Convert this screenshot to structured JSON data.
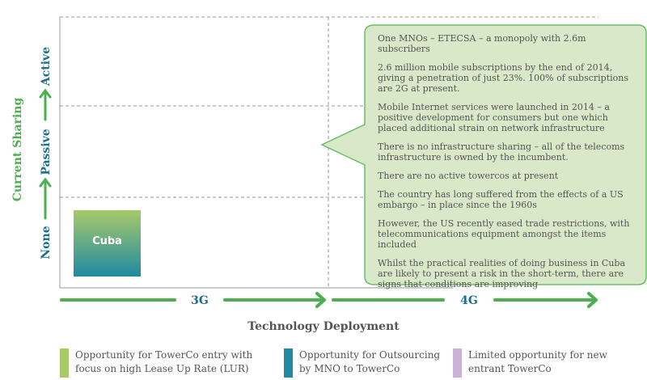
{
  "y_axis": {
    "title": "Current Sharing",
    "levels": [
      "None",
      "Passive",
      "Active"
    ]
  },
  "x_axis": {
    "title": "Technology Deployment",
    "segments": [
      "3G",
      "4G"
    ]
  },
  "marker": {
    "label": "Cuba"
  },
  "callout": [
    "One MNOs – ETECSA – a monopoly with 2.6m subscribers",
    "2.6 million mobile subscriptions by the end of 2014, giving a penetration of just 23%. 100% of subscriptions are 2G at present.",
    "Mobile Internet services were launched in 2014 – a positive development for consumers but one which placed additional strain on network infrastructure",
    "There is no infrastructure sharing – all of the telecoms infrastructure is owned by the incumbent.",
    "There are no active towercos at present",
    "The country has long suffered from the effects of a US embargo – in place since the 1960s",
    "However, the US recently eased trade restrictions, with telecommunications equipment amongst the items included",
    "Whilst the practical realities of doing business in Cuba are likely to present a risk in the short-term, there are signs that conditions are improving"
  ],
  "legend": [
    {
      "label": "Opportunity for TowerCo entry with focus on high Lease Up Rate (LUR)",
      "color": "#a8c96a"
    },
    {
      "label": "Opportunity for Outsourcing by MNO to TowerCo",
      "color": "#1f8aa0"
    },
    {
      "label": "Limited opportunity for new entrant TowerCo",
      "color": "#c9b3d6"
    }
  ],
  "colors": {
    "green": "#4caf50",
    "blue": "#1f6e8c",
    "callout_fill": "#d8e8c8",
    "callout_border": "#6dbb6d"
  }
}
